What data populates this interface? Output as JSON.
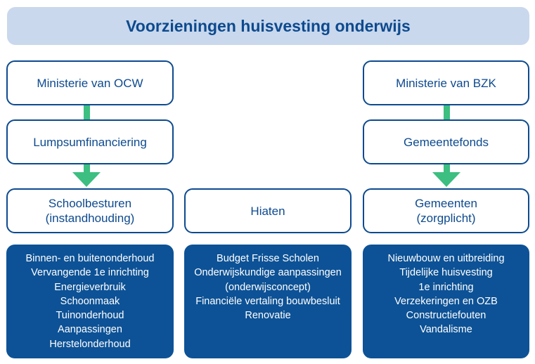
{
  "title": "Voorzieningen huisvesting onderwijs",
  "left": {
    "top": "Ministerie van OCW",
    "middle": "Lumpsumfinanciering",
    "bottom": [
      "Schoolbesturen",
      "(instandhouding)"
    ],
    "items": [
      "Binnen- en buitenonderhoud",
      "Vervangende 1e inrichting",
      "Energieverbruik",
      "Schoonmaak",
      "Tuinonderhoud",
      "Aanpassingen",
      "Herstelonderhoud"
    ]
  },
  "center": {
    "bottom": "Hiaten",
    "items": [
      "Budget Frisse Scholen",
      "Onderwijskundige aanpassingen",
      "(onderwijsconcept)",
      "Financiële vertaling bouwbesluit",
      "Renovatie"
    ]
  },
  "right": {
    "top": "Ministerie van BZK",
    "middle": "Gemeentefonds",
    "bottom": [
      "Gemeenten",
      "(zorgplicht)"
    ],
    "items": [
      "Nieuwbouw en uitbreiding",
      "Tijdelijke huisvesting",
      "1e inrichting",
      "Verzekeringen en OZB",
      "Constructiefouten",
      "Vandalisme"
    ]
  },
  "colors": {
    "primary": "#0d4a8f",
    "title_bg": "#c9d8ec",
    "arrow": "#3cbf80",
    "dark_box": "#0d5296"
  }
}
